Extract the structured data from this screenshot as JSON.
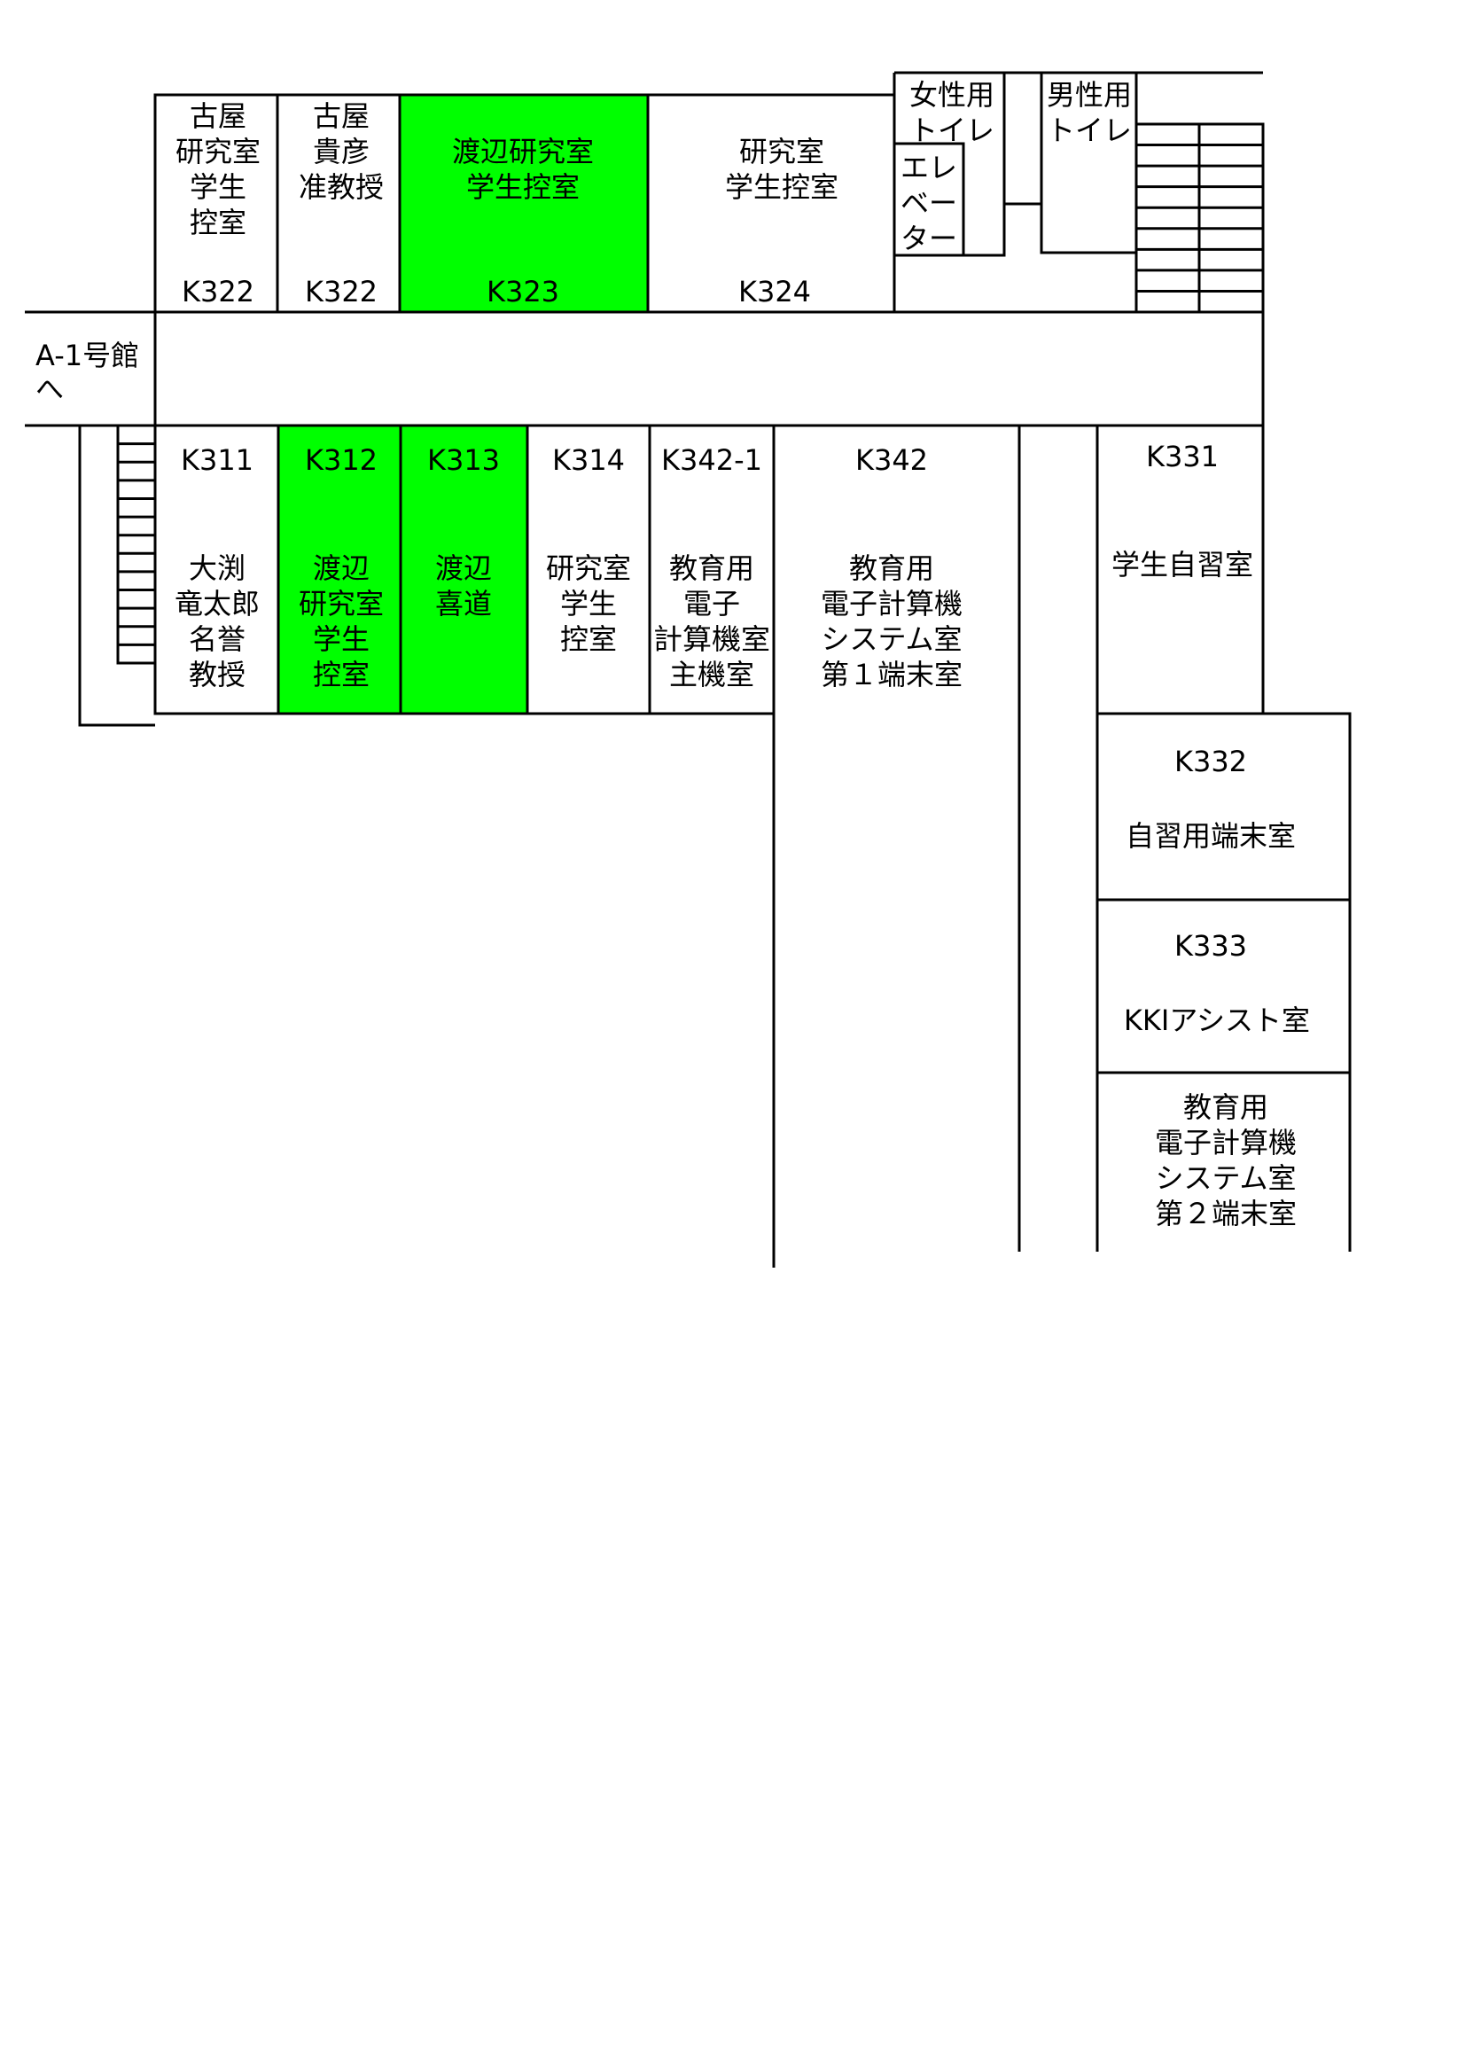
{
  "colors": {
    "highlight": "#00ff00",
    "line": "#000000",
    "background": "#ffffff"
  },
  "upper": {
    "furuya_student": {
      "lines": [
        "古屋",
        "研究室",
        "学生",
        "控室"
      ],
      "number": "K322"
    },
    "furuya_associate": {
      "lines": [
        "古屋",
        "貴彦",
        "准教授"
      ],
      "number": "K322"
    },
    "watanabe_student": {
      "lines": [
        "渡辺研究室",
        "学生控室"
      ],
      "number": "K323"
    },
    "student_room": {
      "lines": [
        "研究室",
        "学生控室"
      ],
      "number": "K324"
    },
    "womens_restroom": {
      "lines": [
        "女性用",
        "トイレ"
      ]
    },
    "elevator": {
      "lines": [
        "エレ",
        "ベー",
        "ター"
      ]
    },
    "mens_restroom": {
      "lines": [
        "男性用",
        "トイレ"
      ]
    }
  },
  "corridor": {
    "to_a1": [
      "A-1号館",
      "へ"
    ]
  },
  "lower": {
    "k311": {
      "number": "K311",
      "lines": [
        "大渕",
        "竜太郎",
        "名誉",
        "教授"
      ]
    },
    "k312": {
      "number": "K312",
      "lines": [
        "渡辺",
        "研究室",
        "学生",
        "控室"
      ]
    },
    "k313": {
      "number": "K313",
      "lines": [
        "渡辺",
        "喜道"
      ]
    },
    "k314": {
      "number": "K314",
      "lines": [
        "研究室",
        "学生",
        "控室"
      ]
    },
    "k342_1": {
      "number": "K342-1",
      "lines": [
        "教育用",
        "電子",
        "計算機室",
        "主機室"
      ]
    },
    "k342": {
      "number": "K342",
      "lines": [
        "教育用",
        "電子計算機",
        "システム室",
        "第１端末室"
      ]
    },
    "k331": {
      "number": "K331",
      "lines": [
        "学生自習室"
      ]
    },
    "k332": {
      "number": "K332",
      "lines": [
        "自習用端末室"
      ]
    },
    "k333": {
      "number": "K333",
      "lines": [
        "KKIアシスト室"
      ]
    },
    "terminal2": {
      "lines": [
        "教育用",
        "電子計算機",
        "システム室",
        "第２端末室"
      ]
    }
  }
}
